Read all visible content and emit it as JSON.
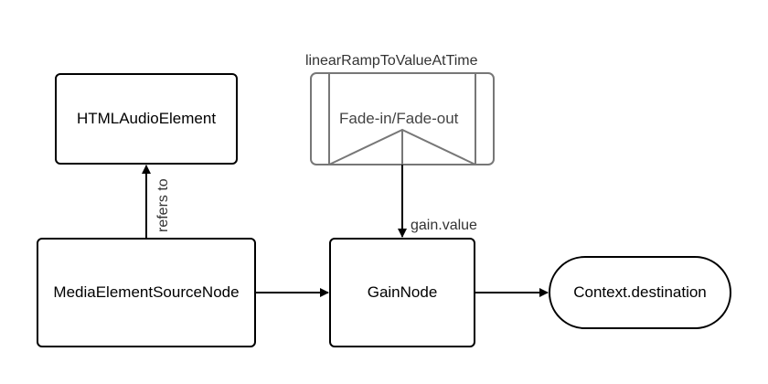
{
  "nodes": {
    "audio_element": "HTMLAudioElement",
    "source_node": "MediaElementSourceNode",
    "gain_node": "GainNode",
    "destination": "Context.destination"
  },
  "fade": {
    "method": "linearRampToValueAtTime",
    "label": "Fade-in/Fade-out"
  },
  "edges": {
    "refers_to": "refers to",
    "gain_value": "gain.value"
  }
}
